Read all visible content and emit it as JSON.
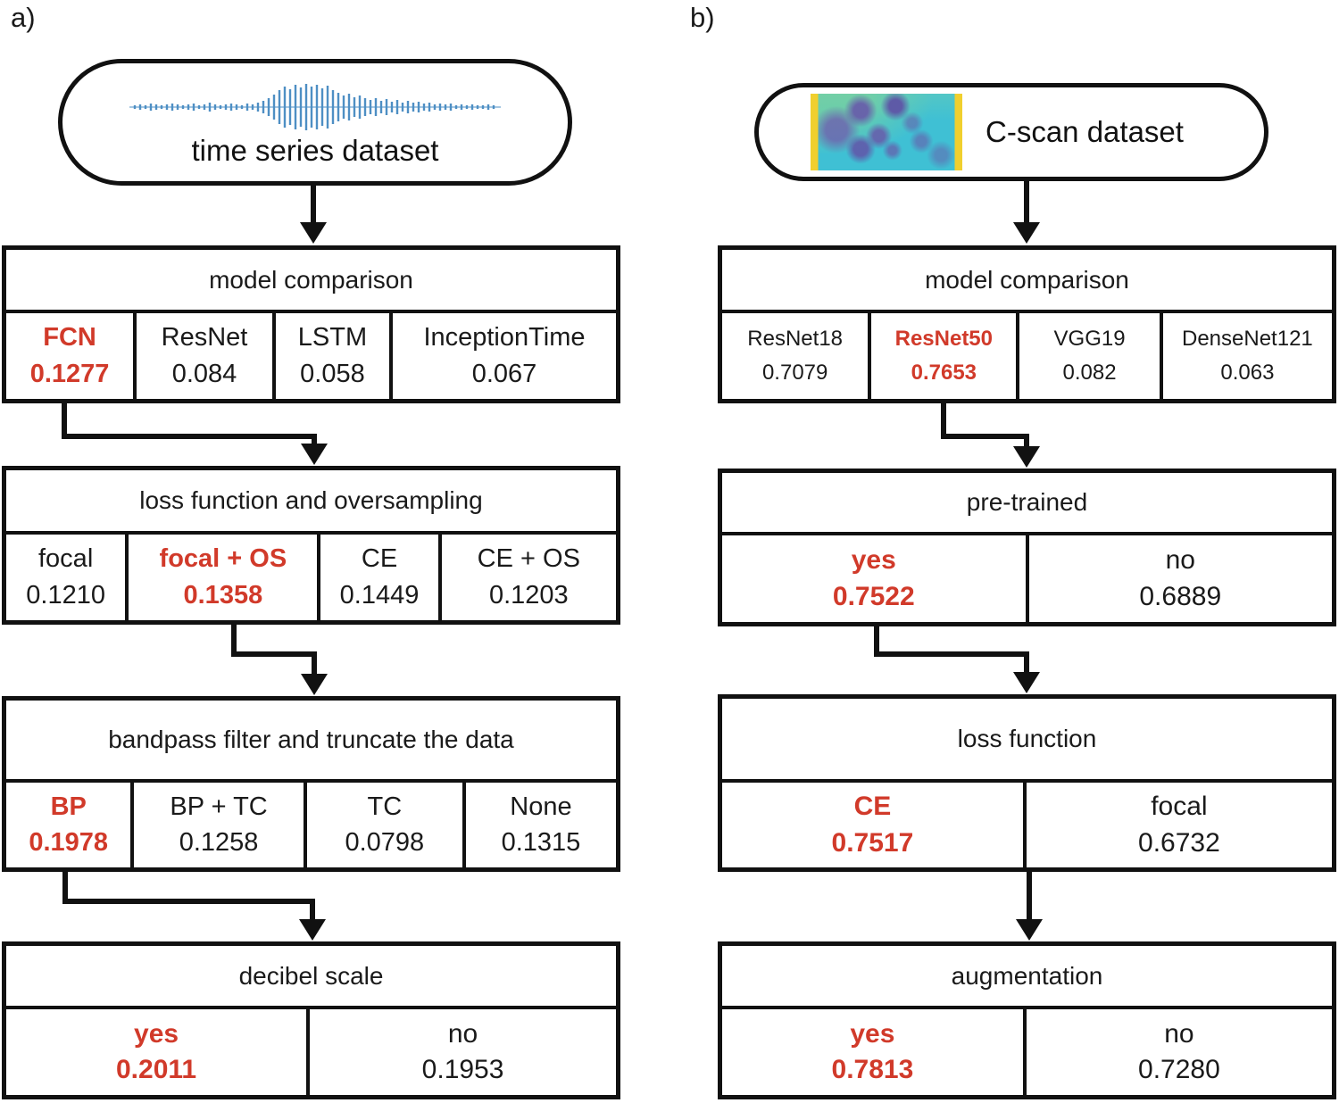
{
  "figure": {
    "highlight_color": "#d13a2a",
    "panel_a": {
      "label": "a)",
      "dataset": "time series dataset",
      "waveform_icon": "waveform-icon",
      "steps": [
        {
          "title": "model comparison",
          "options": [
            {
              "label": "FCN",
              "value": "0.1277",
              "selected": true
            },
            {
              "label": "ResNet",
              "value": "0.084",
              "selected": false
            },
            {
              "label": "LSTM",
              "value": "0.058",
              "selected": false
            },
            {
              "label": "InceptionTime",
              "value": "0.067",
              "selected": false
            }
          ]
        },
        {
          "title": "loss function and oversampling",
          "options": [
            {
              "label": "focal",
              "value": "0.1210",
              "selected": false
            },
            {
              "label": "focal + OS",
              "value": "0.1358",
              "selected": true
            },
            {
              "label": "CE",
              "value": "0.1449",
              "selected": false
            },
            {
              "label": "CE + OS",
              "value": "0.1203",
              "selected": false
            }
          ]
        },
        {
          "title": "bandpass filter and truncate the data",
          "options": [
            {
              "label": "BP",
              "value": "0.1978",
              "selected": true
            },
            {
              "label": "BP + TC",
              "value": "0.1258",
              "selected": false
            },
            {
              "label": "TC",
              "value": "0.0798",
              "selected": false
            },
            {
              "label": "None",
              "value": "0.1315",
              "selected": false
            }
          ]
        },
        {
          "title": "decibel scale",
          "options": [
            {
              "label": "yes",
              "value": "0.2011",
              "selected": true
            },
            {
              "label": "no",
              "value": "0.1953",
              "selected": false
            }
          ]
        }
      ]
    },
    "panel_b": {
      "label": "b)",
      "dataset": "C-scan dataset",
      "cscan_icon": "c-scan-thumbnail",
      "steps": [
        {
          "title": "model comparison",
          "options": [
            {
              "label": "ResNet18",
              "value": "0.7079",
              "selected": false
            },
            {
              "label": "ResNet50",
              "value": "0.7653",
              "selected": true
            },
            {
              "label": "VGG19",
              "value": "0.082",
              "selected": false
            },
            {
              "label": "DenseNet121",
              "value": "0.063",
              "selected": false
            }
          ]
        },
        {
          "title": "pre-trained",
          "options": [
            {
              "label": "yes",
              "value": "0.7522",
              "selected": true
            },
            {
              "label": "no",
              "value": "0.6889",
              "selected": false
            }
          ]
        },
        {
          "title": "loss function",
          "options": [
            {
              "label": "CE",
              "value": "0.7517",
              "selected": true
            },
            {
              "label": "focal",
              "value": "0.6732",
              "selected": false
            }
          ]
        },
        {
          "title": "augmentation",
          "options": [
            {
              "label": "yes",
              "value": "0.7813",
              "selected": true
            },
            {
              "label": "no",
              "value": "0.7280",
              "selected": false
            }
          ]
        }
      ]
    }
  }
}
